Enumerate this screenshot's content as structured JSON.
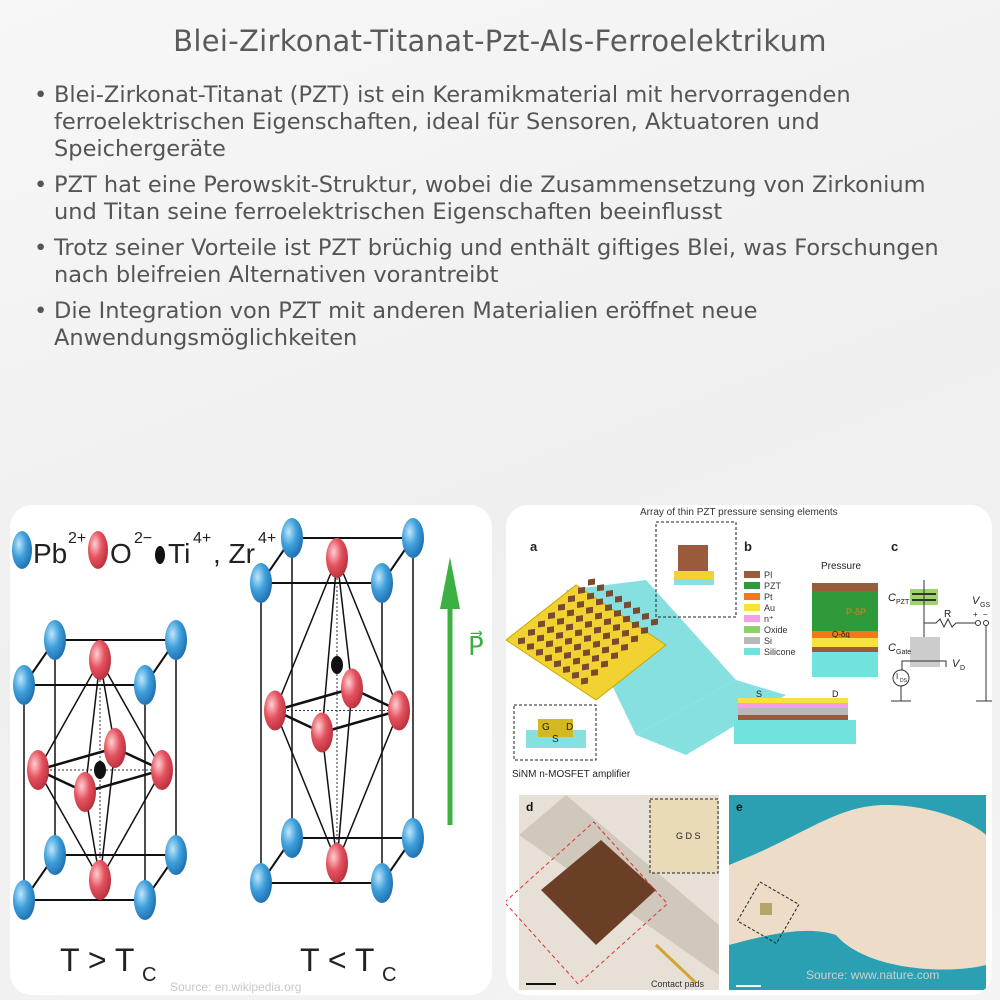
{
  "title": "Blei-Zirkonat-Titanat-Pzt-Als-Ferroelektrikum",
  "bullets": [
    "Blei-Zirkonat-Titanat (PZT) ist ein Keramikmaterial mit hervorragenden ferroelektrischen Eigenschaften, ideal für Sensoren, Aktuatoren und Speichergeräte",
    "PZT hat eine Perowskit-Struktur, wobei die Zusammensetzung von Zirkonium und Titan seine ferroelektrischen Eigenschaften beeinflusst",
    "Trotz seiner Vorteile ist PZT brüchig und enthält giftiges Blei, was Forschungen nach bleifreien Alternativen vorantreibt",
    "Die Integration von PZT mit anderen Materialien eröffnet neue Anwendungsmöglichkeiten"
  ],
  "bullet_symbol": "•",
  "crystal": {
    "legend_pb": "Pb",
    "legend_pb_sup": "2+",
    "legend_o": "O",
    "legend_o_sup": "2−",
    "legend_ti": "Ti",
    "legend_ti_sup": "4+",
    "legend_zr": ", Zr",
    "legend_zr_sup": "4+",
    "label_high": "T > T",
    "label_high_sub": "C",
    "label_low": "T < T",
    "label_low_sub": "C",
    "polarization": "P⃗",
    "source": "Source: en.wikipedia.org",
    "colors": {
      "pb": "#3fa0db",
      "o": "#e5535f",
      "ti": "#111111",
      "arrow": "#3cb043"
    }
  },
  "sensor": {
    "caption_top": "Array of thin PZT pressure sensing elements",
    "panel_a": "a",
    "panel_b": "b",
    "panel_c": "c",
    "panel_d": "d",
    "panel_e": "e",
    "mosfet_caption": "SiNM n-MOSFET amplifier",
    "mosfet_g": "G",
    "mosfet_d": "D",
    "mosfet_s": "S",
    "legend": [
      {
        "label": "PI",
        "color": "#9c5a3c"
      },
      {
        "label": "PZT",
        "color": "#2e9a3a"
      },
      {
        "label": "Pt",
        "color": "#f07a1a"
      },
      {
        "label": "Au",
        "color": "#f5e23a"
      },
      {
        "label": "n⁺",
        "color": "#f59ee6"
      },
      {
        "label": "Oxide",
        "color": "#8fcf6a"
      },
      {
        "label": "Si",
        "color": "#b8b8b8"
      },
      {
        "label": "Silicone",
        "color": "#6fe3dc"
      }
    ],
    "pressure": "Pressure",
    "p_label": "P-δP",
    "q_label": "Q-δq",
    "s_label": "S",
    "d_label": "D",
    "c_pzt": "C",
    "c_pzt_sub": "PZT",
    "c_gate": "C",
    "c_gate_sub": "Gate",
    "r_label": "R",
    "vgs": "V",
    "vgs_sub": "GS",
    "plus": "+",
    "minus": "−",
    "vd": "V",
    "vd_sub": "D",
    "ids": "I",
    "ids_sub": "DS",
    "contact_pads": "Contact pads",
    "photo_d_inset": "G D S",
    "source": "Source: www.nature.com"
  }
}
